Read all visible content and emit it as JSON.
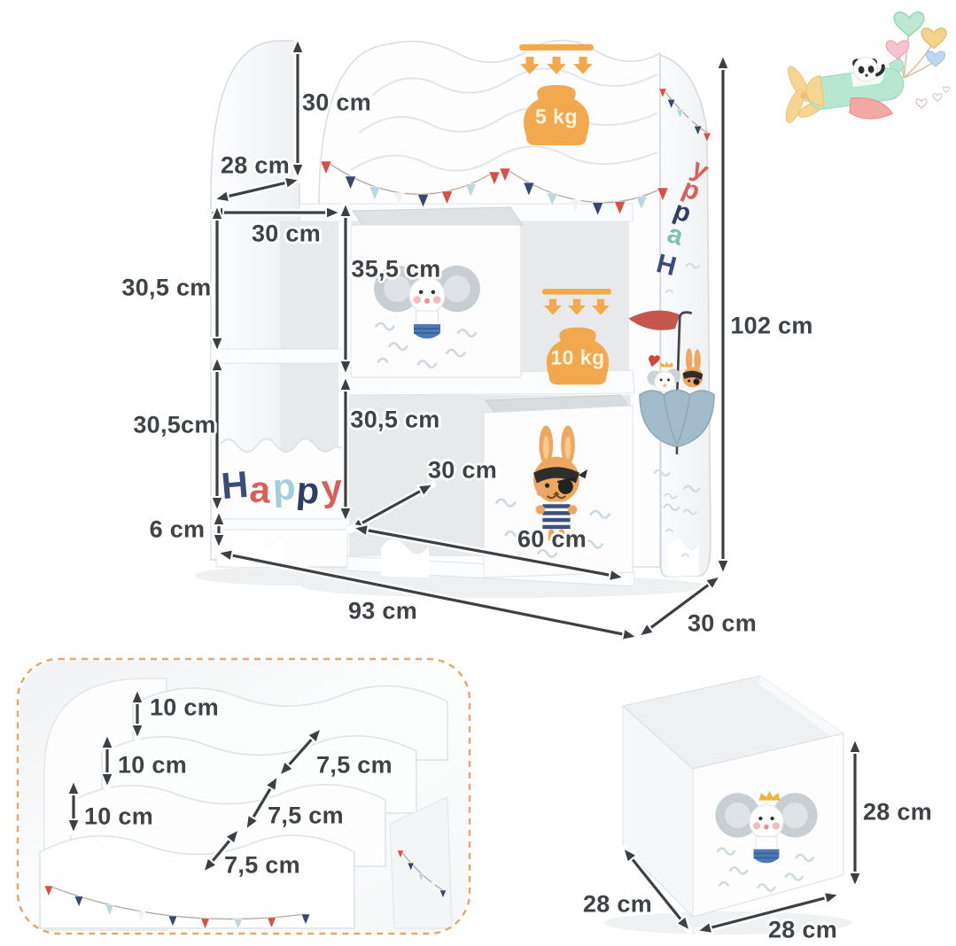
{
  "dimensions": {
    "main": {
      "arch_height": "30 cm",
      "side_depth": "28 cm",
      "cubby_width": "30 cm",
      "upper_height": "30,5 cm",
      "bin_height": "35,5 cm",
      "lower_height": "30,5cm",
      "middle_height": "30,5 cm",
      "foot_height": "6 cm",
      "shelf_depth": "30 cm",
      "big_bin_width": "60 cm",
      "total_width": "93 cm",
      "base_depth": "30 cm",
      "total_height": "102 cm"
    },
    "capacities": {
      "top_shelf": "5 kg",
      "middle_shelf": "10 kg"
    },
    "inset": {
      "tier1": "10 cm",
      "tier2": "10 cm",
      "tier3": "10 cm",
      "slot1": "7,5 cm",
      "slot2": "7,5 cm",
      "slot3": "7,5 cm"
    },
    "cube": {
      "height": "28 cm",
      "depth": "28 cm",
      "width": "28 cm"
    }
  },
  "branding": {
    "word": "Happy",
    "front_letters": [
      {
        "ch": "H",
        "color": "#3a4d7a"
      },
      {
        "ch": "a",
        "color": "#d95f58"
      },
      {
        "ch": "p",
        "color": "#a5cedb"
      },
      {
        "ch": "p",
        "color": "#2f3f63"
      },
      {
        "ch": "y",
        "color": "#d95f58"
      }
    ],
    "side_letters": [
      {
        "ch": "H",
        "color": "#3a4d7a"
      },
      {
        "ch": "a",
        "color": "#7fc0ae"
      },
      {
        "ch": "p",
        "color": "#2f3f63"
      },
      {
        "ch": "p",
        "color": "#d95f58"
      },
      {
        "ch": "y",
        "color": "#d95f58"
      }
    ]
  },
  "icons": [
    "weight-5kg-icon",
    "weight-10kg-icon",
    "down-arrows-icon",
    "bunting-flags-icon",
    "elephant-illustration",
    "pirate-bunny-illustration",
    "umbrella-boat-illustration",
    "panda-plane-illustration",
    "heart-balloons-icon"
  ],
  "colors": {
    "arrow": "#3d4043",
    "label_text": "#3f4347",
    "capacity_icon": "#f2a94e",
    "capacity_text": "#fdf4e0",
    "inset_border": "#e0aa72",
    "flag_red": "#d85045",
    "flag_navy": "#36486f",
    "flag_lightblue": "#bcd8de",
    "furniture_white": "#fdfdfe",
    "interior_gray": "#e7e9eb",
    "umbrella_blue": "#a2bccb",
    "heart_red": "#d6453d",
    "crown_yellow": "#f0b43c",
    "bunny_tan": "#eda75f",
    "plane_mint": "#b7e6d1",
    "plane_pink": "#f4a8a2",
    "plane_yellow": "#f6d592"
  }
}
